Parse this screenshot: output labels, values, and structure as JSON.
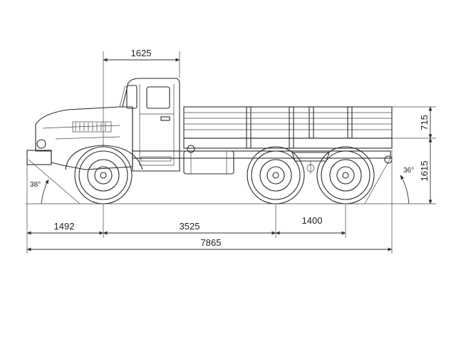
{
  "dimensions": {
    "cab_length": "1625",
    "front_overhang": "1492",
    "wheelbase": "3525",
    "rear_axle_spacing": "1400",
    "overall_length": "7865",
    "side_height": "715",
    "platform_height": "1615"
  },
  "angles": {
    "approach": "38°",
    "departure": "36°"
  },
  "colors": {
    "ink": "#2a2a2a",
    "background": "#ffffff"
  }
}
